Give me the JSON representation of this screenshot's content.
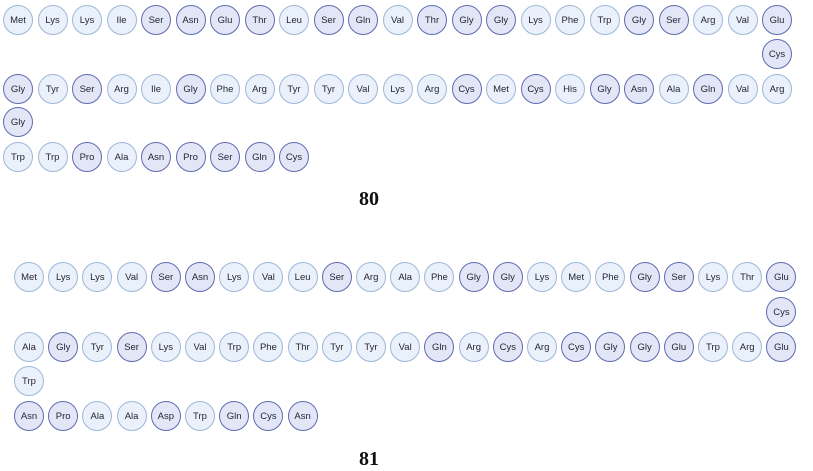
{
  "peptides": [
    {
      "label": "80",
      "rows": [
        [
          "Met",
          "Lys",
          "Lys",
          "Ile",
          "Ser",
          "Asn",
          "Glu",
          "Thr",
          "Leu",
          "Ser",
          "Gln",
          "Val",
          "Thr",
          "Gly",
          "Gly",
          "Lys",
          "Phe",
          "Trp",
          "Gly",
          "Ser",
          "Arg",
          "Val",
          "Glu"
        ],
        [
          "Cys"
        ],
        [
          "Gly",
          "Tyr",
          "Ser",
          "Arg",
          "Ile",
          "Gly",
          "Phe",
          "Arg",
          "Tyr",
          "Tyr",
          "Val",
          "Lys",
          "Arg",
          "Cys",
          "Met",
          "Cys",
          "His",
          "Gly",
          "Asn",
          "Ala",
          "Gln",
          "Val",
          "Arg"
        ],
        [
          "Gly"
        ],
        [
          "Trp",
          "Trp",
          "Pro",
          "Ala",
          "Asn",
          "Pro",
          "Ser",
          "Gln",
          "Cys"
        ]
      ]
    },
    {
      "label": "81",
      "rows": [
        [
          "Met",
          "Lys",
          "Lys",
          "Val",
          "Ser",
          "Asn",
          "Lys",
          "Val",
          "Leu",
          "Ser",
          "Arg",
          "Ala",
          "Phe",
          "Gly",
          "Gly",
          "Lys",
          "Met",
          "Phe",
          "Gly",
          "Ser",
          "Lys",
          "Thr",
          "Glu"
        ],
        [
          "Cys"
        ],
        [
          "Ala",
          "Gly",
          "Tyr",
          "Ser",
          "Lys",
          "Val",
          "Trp",
          "Phe",
          "Thr",
          "Tyr",
          "Tyr",
          "Val",
          "Gln",
          "Arg",
          "Cys",
          "Arg",
          "Cys",
          "Gly",
          "Gly",
          "Glu",
          "Trp",
          "Arg",
          "Glu"
        ],
        [
          "Trp"
        ],
        [
          "Asn",
          "Pro",
          "Ala",
          "Ala",
          "Asp",
          "Trp",
          "Gln",
          "Cys",
          "Asn"
        ]
      ]
    }
  ],
  "colors": {
    "light_fill": "#eaf1fa",
    "light_border": "#9db6d8",
    "dark_fill": "#e3e6f6",
    "dark_border": "#5f6bb0"
  }
}
